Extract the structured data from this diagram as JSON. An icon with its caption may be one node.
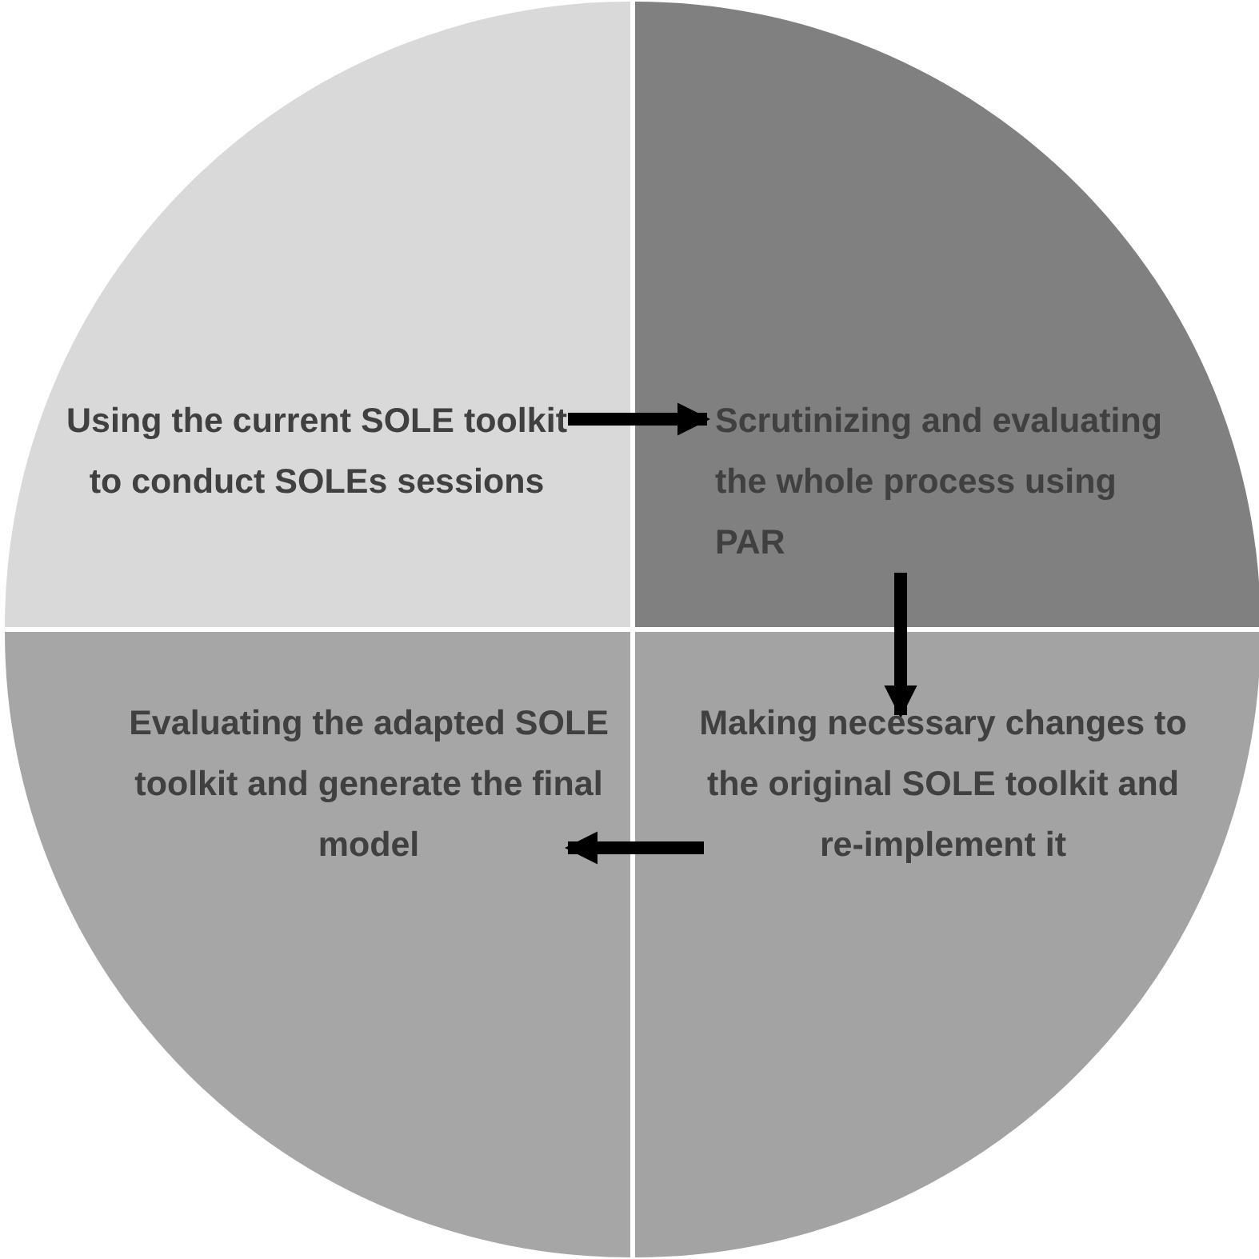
{
  "diagram": {
    "nodes": [
      {
        "text": [
          "Using the current SOLE toolkit to conduct SOLEs sessions"
        ]
      },
      {
        "text": [
          "Scrutinizing and evaluating the whole process using PAR"
        ]
      },
      {
        "text": [
          "Evaluating the adapted SOLE toolkit and generate the final model"
        ]
      },
      {
        "text": [
          "Making necessary changes to the original SOLE toolkit and re-implement it"
        ]
      }
    ],
    "edges": [
      {
        "from": 0,
        "to": 1,
        "arrow": "to"
      },
      {
        "from": 1,
        "to": 3,
        "arrow": "to"
      },
      {
        "from": 3,
        "to": 2,
        "arrow": "to"
      }
    ]
  }
}
